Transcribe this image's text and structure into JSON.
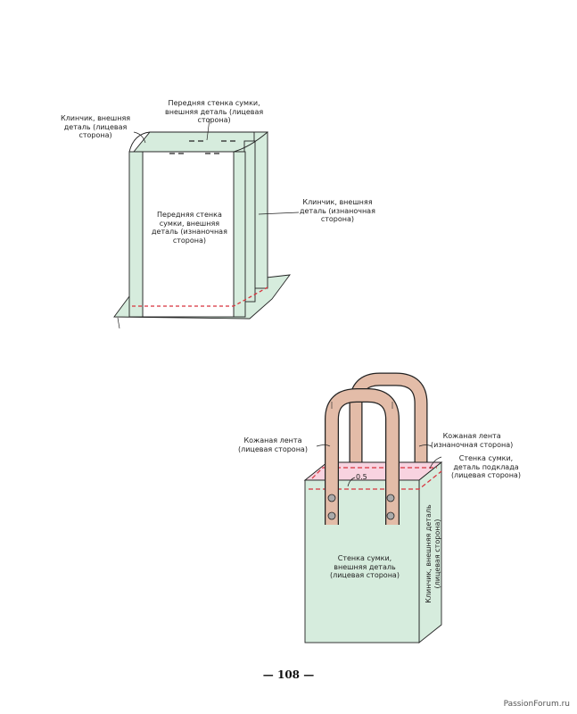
{
  "diagram1": {
    "label_front_right_side": "Передняя стенка сумки,\nвнешняя деталь (лицевая\nсторона)",
    "label_gusset_right_side": "Клинчик, внешняя\nдеталь (лицевая\nсторона)",
    "label_front_wrong_side": "Передняя стенка\nсумки, внешняя\nдеталь (изнаночная\nсторона)",
    "label_gusset_wrong_side": "Клинчик, внешняя\nдеталь (изнаночная\nсторона)"
  },
  "diagram2": {
    "label_leather_right": "Кожаная лента\n(лицевая сторона)",
    "label_leather_wrong": "Кожаная лента\n(изнаночная сторона)",
    "label_lining": "Стенка сумки,\nдеталь подклада\n(лицевая сторона)",
    "label_seam": "0.5",
    "label_outer_wall": "Стенка сумки,\nвнешняя деталь\n(лицевая сторона)",
    "label_gusset": "Клинчик, внешняя деталь\n(лицевая сторона)"
  },
  "footer": {
    "page_number": "— 108 —",
    "watermark": "PassionForum.ru"
  },
  "colors": {
    "green": "#d6ecdd",
    "leather": "#e3bca8",
    "pink": "#f8d3e0",
    "seam": "#d8323c"
  }
}
